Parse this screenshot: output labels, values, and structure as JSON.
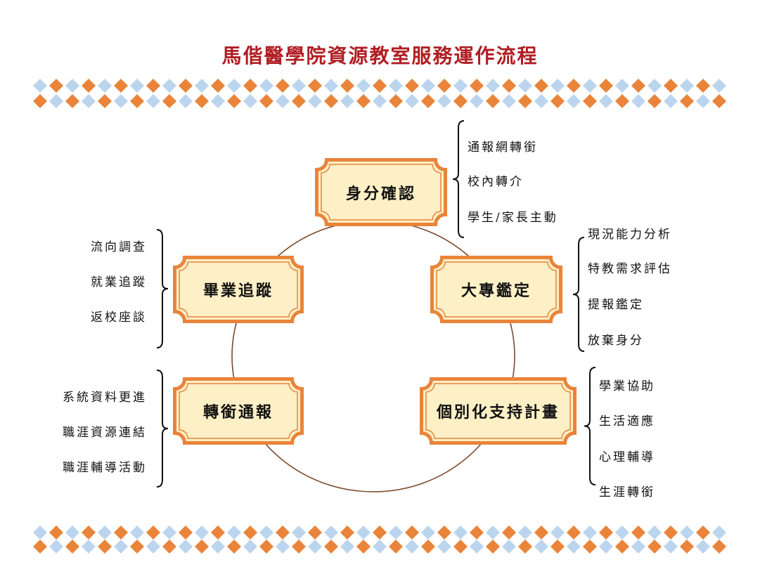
{
  "title": "馬偕醫學院資源教室服務運作流程",
  "colors": {
    "title": "#b01e23",
    "orange": "#e9843a",
    "blue": "#bcd5ee",
    "box_fill": "#fdefc6",
    "circle": "#7a4a2e"
  },
  "stages": [
    {
      "label": "身分確認",
      "items": [
        "通報網轉銜",
        "校內轉介",
        "學生/家長主動"
      ]
    },
    {
      "label": "大專鑑定",
      "items": [
        "現況能力分析",
        "特教需求評估",
        "提報鑑定",
        "放棄身分"
      ]
    },
    {
      "label": "個別化支持計畫",
      "items": [
        "學業協助",
        "生活適應",
        "心理輔導",
        "生涯轉銜"
      ]
    },
    {
      "label": "轉銜通報",
      "items": [
        "系統資料更進",
        "職涯資源連結",
        "職涯輔導活動"
      ]
    },
    {
      "label": "畢業追蹤",
      "items": [
        "流向調查",
        "就業追蹤",
        "返校座談"
      ]
    }
  ]
}
